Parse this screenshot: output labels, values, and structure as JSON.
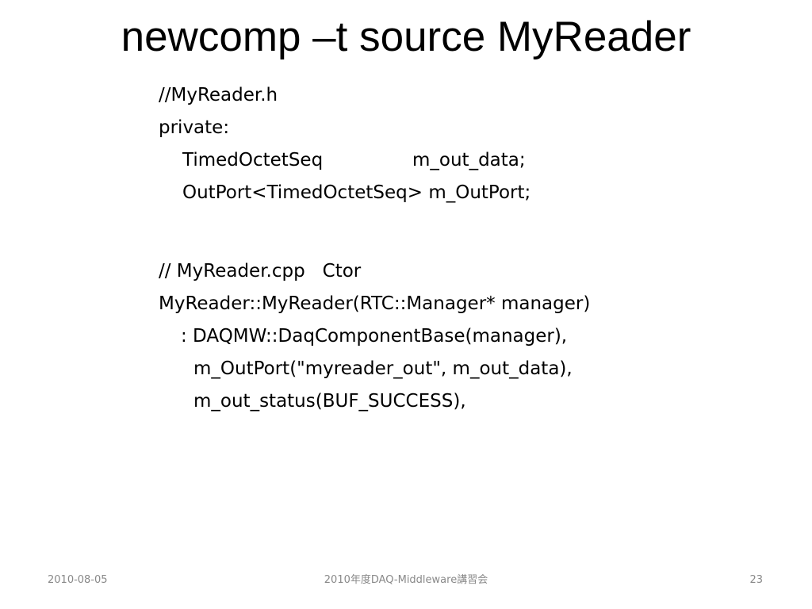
{
  "slide": {
    "title": "newcomp –t source MyReader",
    "header_code": {
      "line1": "//MyReader.h",
      "line2": "private:",
      "line3_type": "TimedOctetSeq",
      "line3_name": "m_out_data;",
      "line4": "OutPort<TimedOctetSeq> m_OutPort;"
    },
    "cpp_code": {
      "line1": "// MyReader.cpp   Ctor",
      "line2": "MyReader::MyReader(RTC::Manager* manager)",
      "line3": ": DAQMW::DaqComponentBase(manager),",
      "line4": "m_OutPort(\"myreader_out\", m_out_data),",
      "line5": "m_out_status(BUF_SUCCESS),"
    }
  },
  "footer": {
    "date": "2010-08-05",
    "center": "2010年度DAQ-Middleware講習会",
    "page_number": "23"
  }
}
